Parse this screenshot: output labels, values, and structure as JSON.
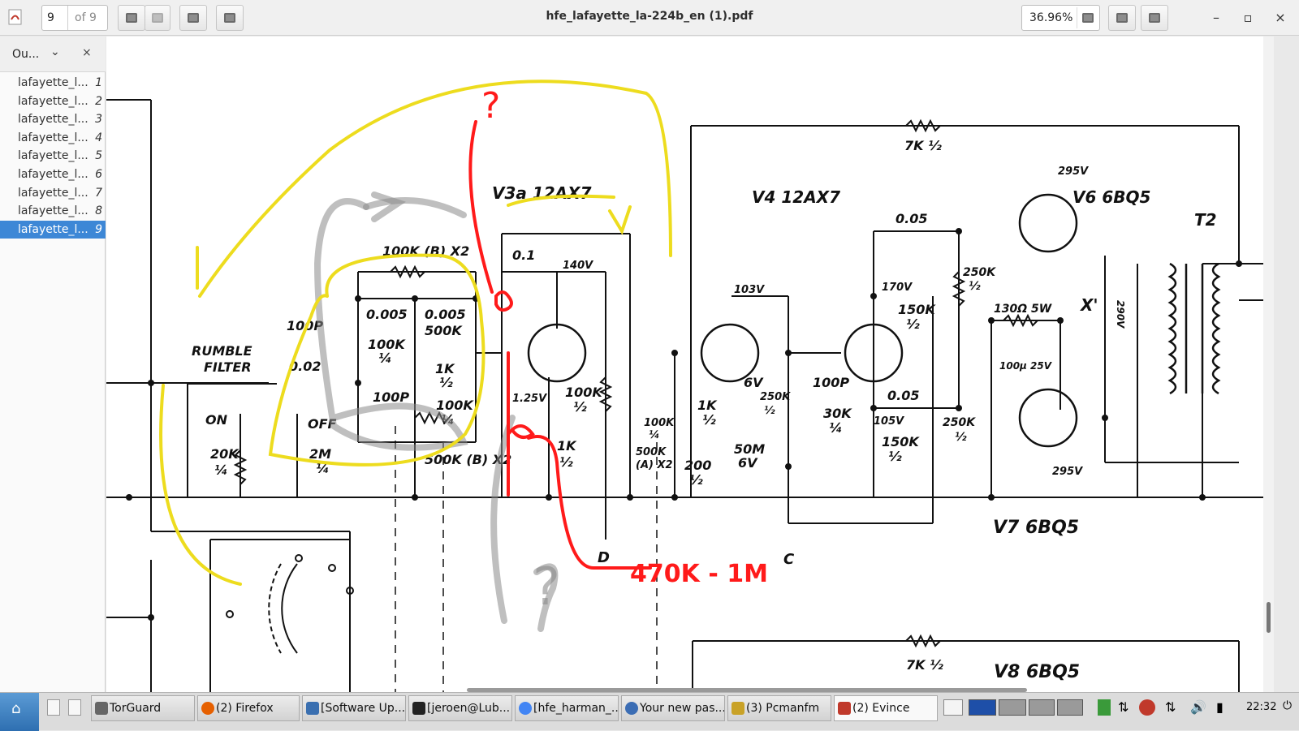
{
  "header": {
    "app_icon": "evince-icon",
    "page_current": "9",
    "page_total": "of 9",
    "title": "hfe_lafayette_la-224b_en (1).pdf",
    "zoom": "36.96%",
    "window_controls": [
      "–",
      "▫",
      "×"
    ]
  },
  "sidebar": {
    "mode": "Ou...",
    "items": [
      {
        "label": "lafayette_l...",
        "page": "1"
      },
      {
        "label": "lafayette_l...",
        "page": "2"
      },
      {
        "label": "lafayette_l...",
        "page": "3"
      },
      {
        "label": "lafayette_l...",
        "page": "4"
      },
      {
        "label": "lafayette_l...",
        "page": "5"
      },
      {
        "label": "lafayette_l...",
        "page": "6"
      },
      {
        "label": "lafayette_l...",
        "page": "7"
      },
      {
        "label": "lafayette_l...",
        "page": "8"
      },
      {
        "label": "lafayette_l...",
        "page": "9",
        "selected": true
      }
    ]
  },
  "document": {
    "labels": {
      "rumble": "RUMBLE",
      "filter": "FILTER",
      "on": "ON",
      "off": "OFF",
      "r20k": "20K",
      "r20k_w": "¼",
      "r2m": "2M",
      "r2m_w": "¼",
      "c100p_a": "100P",
      "c002": "0.02",
      "c0005a": "0.005",
      "c0005b": "0.005",
      "r100k_a": "100K",
      "r100k_a_w": "¼",
      "r500k": "500K",
      "r1k": "1K",
      "r1k_w": "½",
      "c100p_b": "100P",
      "r100k_b": "100K",
      "r100k_b_w": "¼",
      "r500k_b": "500K (B) X2",
      "r100k_b_top": "100K (B) X2",
      "v3a": "V3a  12AX7",
      "c01": "0.1",
      "v140": "140V",
      "v1_25": "1.25V",
      "r100k_c": "100K",
      "r100k_c_w": "½",
      "r1k_b": "1K",
      "r1k_b_w": "½",
      "d": "D",
      "r500k_c": "500K",
      "r500k_c_b": "(A) X2",
      "r100k_d": "100K",
      "r100k_d_w": "¼",
      "v4": "V4  12AX7",
      "v103": "103V",
      "r1k_c": "1K",
      "r1k_c_w": "½",
      "r200": "200",
      "r200_w": "½",
      "c50m": "50M",
      "c50m_v": "6V",
      "c6v": "6V",
      "r250k_a": "250K",
      "r250k_a_w": "½",
      "c100p_c": "100P",
      "r30k": "30K",
      "r30k_w": "¼",
      "c": "C",
      "c005_a": "0.05",
      "v170": "170V",
      "r150k_a": "150K",
      "r150k_a_w": "½",
      "r250k_b": "250K",
      "r250k_b_w": "½",
      "c005_b": "0.05",
      "v105": "105V",
      "r150k_b": "150K",
      "r150k_b_w": "½",
      "r250k_c": "250K",
      "r250k_c_w": "½",
      "r130": "130Ω 5W",
      "c100u": "100μ 25V",
      "x1": "X'",
      "v6": "V6  6BQ5",
      "v295a": "295V",
      "v295b": "295V",
      "v290": "290V",
      "t2": "T2",
      "v7": "V7  6BQ5",
      "r7k": "7K ½",
      "r7k_b": "7K ½",
      "v8": "V8  6BQ5",
      "red_q": "?",
      "red_annot": "470K - 1M",
      "gray_q": "?"
    }
  },
  "taskbar": {
    "tasks": [
      {
        "label": "TorGuard",
        "color": "#666666"
      },
      {
        "label": "(2) Firefox",
        "color": "#e66000"
      },
      {
        "label": "[Software Up...",
        "color": "#3a6fb0"
      },
      {
        "label": "[jeroen@Lub...",
        "color": "#222222"
      },
      {
        "label": "[hfe_harman_...",
        "color": "#4285f4"
      },
      {
        "label": "Your new pas...",
        "color": "#3b6db4"
      },
      {
        "label": "(3) Pcmanfm",
        "color": "#c9a227"
      },
      {
        "label": "(2) Evince",
        "color": "#c0392b"
      }
    ],
    "clock": "22:32"
  }
}
